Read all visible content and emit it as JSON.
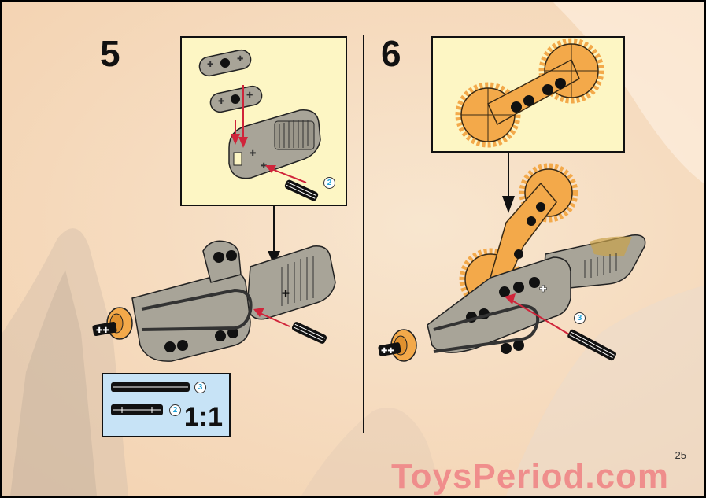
{
  "page": {
    "page_number": "25",
    "watermark": "ToysPeriod.com",
    "colors": {
      "background": "#f6dcc0",
      "callout_bg": "#fdf6c4",
      "parts_box_bg": "#c7e3f6",
      "arrow_red": "#d0243a",
      "badge_text": "#1fa2d8",
      "gear_orange": "#f3a94a",
      "part_gray": "#a8a498",
      "watermark": "#f08a8a"
    }
  },
  "steps": [
    {
      "number": "5",
      "callout_parts": [
        {
          "name": "liftarm-1x3-thin",
          "qty": null
        },
        {
          "name": "liftarm-1x3-thin",
          "qty": null
        },
        {
          "name": "pin-long-friction",
          "qty": "2"
        }
      ],
      "main_parts": [
        {
          "name": "pin-long-friction",
          "qty": null
        }
      ],
      "parts_list": {
        "items": [
          {
            "name": "axle-long",
            "qty": "3"
          },
          {
            "name": "pin-long-friction",
            "qty": "2"
          }
        ],
        "scale": "1:1"
      }
    },
    {
      "number": "6",
      "callout_parts": [
        {
          "name": "double-gear-24-tooth-liftarm",
          "qty": null
        }
      ],
      "main_parts": [
        {
          "name": "axle",
          "qty": "3"
        }
      ]
    }
  ]
}
